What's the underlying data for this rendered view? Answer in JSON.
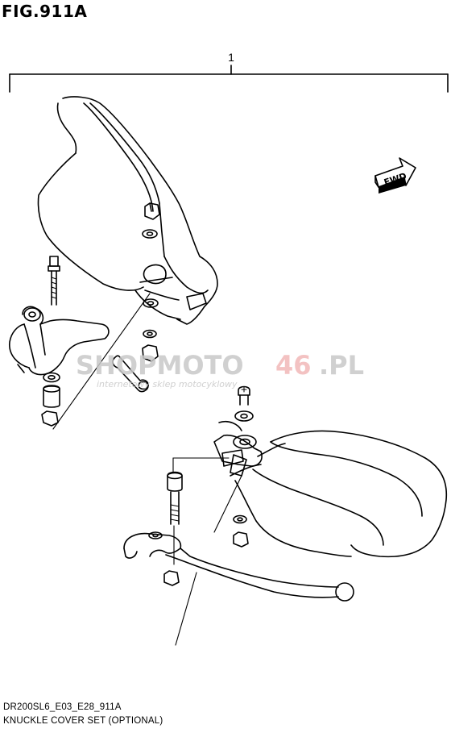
{
  "figure": {
    "title": "FIG.911A",
    "callout_number": "1",
    "direction_label": "FWD"
  },
  "watermark": {
    "brand_left": "SHOPMOTO",
    "brand_number": "46",
    "brand_suffix": ".PL",
    "tagline": "internetowy sklep motocyklowy",
    "color_left": "#c8c8c8",
    "color_accent": "#f2b8b8"
  },
  "footer": {
    "model_code": "DR200SL6_E03_E28_911A",
    "description": "KNUCKLE COVER SET (OPTIONAL)"
  }
}
